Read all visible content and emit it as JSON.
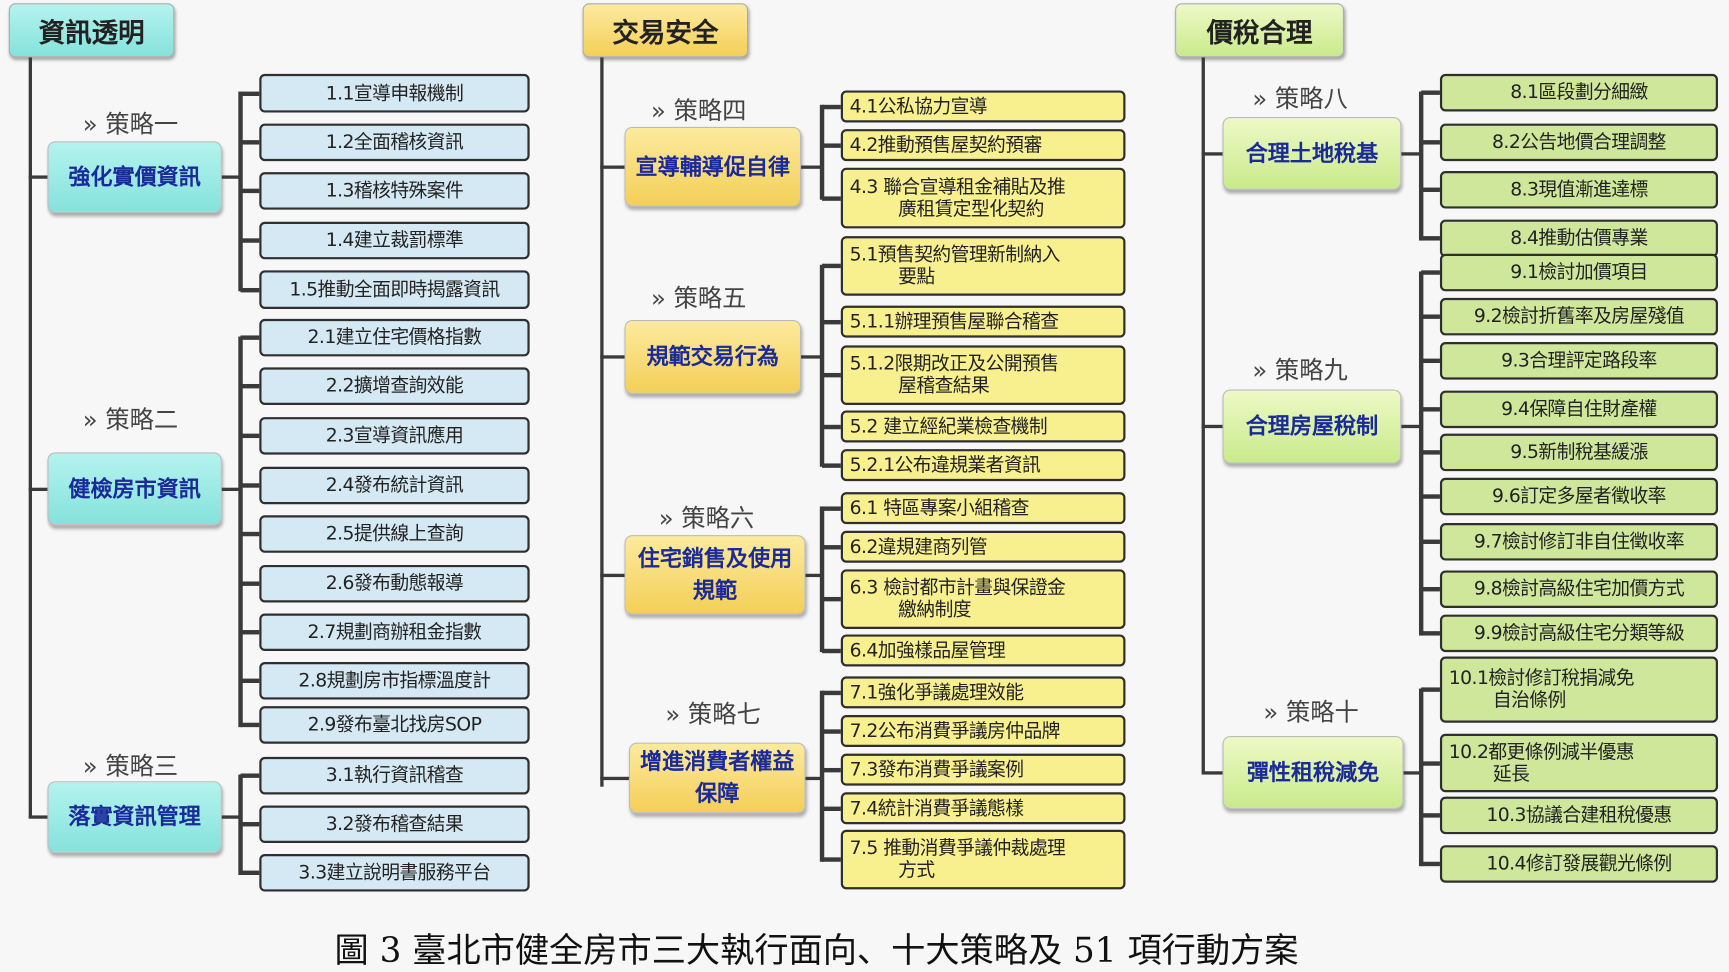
{
  "columns": [
    {
      "title": "資訊透明",
      "strategies": [
        {
          "label": "» 策略一",
          "name": "強化實價資訊",
          "items": [
            {
              "text": "1.1宣導申報機制"
            },
            {
              "text": "1.2全面稽核資訊"
            },
            {
              "text": "1.3稽核特殊案件"
            },
            {
              "text": "1.4建立裁罰標準"
            },
            {
              "text": "1.5推動全面即時揭露資訊"
            }
          ]
        },
        {
          "label": "» 策略二",
          "name": "健檢房市資訊",
          "items": [
            {
              "text": "2.1建立住宅價格指數"
            },
            {
              "text": "2.2擴增查詢效能"
            },
            {
              "text": "2.3宣導資訊應用"
            },
            {
              "text": "2.4發布統計資訊"
            },
            {
              "text": "2.5提供線上查詢"
            },
            {
              "text": "2.6發布動態報導"
            },
            {
              "text": "2.7規劃商辦租金指數"
            },
            {
              "text": "2.8規劃房市指標溫度計"
            },
            {
              "text": "2.9發布臺北找房SOP"
            }
          ]
        },
        {
          "label": "» 策略三",
          "name": "落實資訊管理",
          "items": [
            {
              "text": "3.1執行資訊稽查"
            },
            {
              "text": "3.2發布稽查結果"
            },
            {
              "text": "3.3建立說明書服務平台"
            }
          ]
        }
      ]
    },
    {
      "title": "交易安全",
      "strategies": [
        {
          "label": "» 策略四",
          "name": "宣導輔導促自律",
          "items": [
            {
              "text": "4.1公私協力宣導"
            },
            {
              "text": "4.2推動預售屋契約預審"
            },
            {
              "lines": [
                "4.3 聯合宣導租金補貼及推",
                "廣租賃定型化契約"
              ]
            }
          ]
        },
        {
          "label": "» 策略五",
          "name": "規範交易行為",
          "items": [
            {
              "lines": [
                "5.1預售契約管理新制納入",
                "要點"
              ]
            },
            {
              "text": "5.1.1辦理預售屋聯合稽查"
            },
            {
              "lines": [
                "5.1.2限期改正及公開預售",
                "屋稽查結果"
              ]
            },
            {
              "text": "5.2 建立經紀業檢查機制"
            },
            {
              "text": "5.2.1公布違規業者資訊"
            }
          ]
        },
        {
          "label": "» 策略六",
          "name": "住宅銷售及使用規範",
          "items": [
            {
              "text": "6.1 特區專案小組稽查"
            },
            {
              "text": "6.2違規建商列管"
            },
            {
              "lines": [
                "6.3 檢討都市計畫與保證金",
                "繳納制度"
              ]
            },
            {
              "text": "6.4加強樣品屋管理"
            }
          ]
        },
        {
          "label": "» 策略七",
          "name": "增進消費者權益保障",
          "items": [
            {
              "text": "7.1強化爭議處理效能"
            },
            {
              "text": "7.2公布消費爭議房仲品牌"
            },
            {
              "text": "7.3發布消費爭議案例"
            },
            {
              "text": "7.4統計消費爭議態樣"
            },
            {
              "lines": [
                "7.5 推動消費爭議仲裁處理",
                "方式"
              ]
            }
          ]
        }
      ]
    },
    {
      "title": "價稅合理",
      "strategies": [
        {
          "label": "» 策略八",
          "name": "合理土地稅基",
          "items": [
            {
              "text": "8.1區段劃分細緻"
            },
            {
              "text": "8.2公告地價合理調整"
            },
            {
              "text": "8.3現值漸進達標"
            },
            {
              "text": "8.4推動估價專業"
            }
          ]
        },
        {
          "label": "» 策略九",
          "name": "合理房屋稅制",
          "items": [
            {
              "text": "9.1檢討加價項目"
            },
            {
              "text": "9.2檢討折舊率及房屋殘值"
            },
            {
              "text": "9.3合理評定路段率"
            },
            {
              "text": "9.4保障自住財產權"
            },
            {
              "text": "9.5新制稅基緩漲"
            },
            {
              "text": "9.6訂定多屋者徵收率"
            },
            {
              "text": "9.7檢討修訂非自住徵收率"
            },
            {
              "text": "9.8檢討高級住宅加價方式"
            },
            {
              "text": "9.9檢討高級住宅分類等級"
            }
          ]
        },
        {
          "label": "» 策略十",
          "name": "彈性租稅減免",
          "items": [
            {
              "lines": [
                "10.1檢討修訂稅捐減免",
                "自治條例"
              ]
            },
            {
              "lines": [
                "10.2都更條例減半優惠",
                "延長"
              ]
            },
            {
              "text": "10.3協議合建租稅優惠"
            },
            {
              "text": "10.4修訂發展觀光條例"
            }
          ]
        }
      ]
    }
  ],
  "caption": "圖 3 臺北市健全房市三大執行面向、十大策略及 51 項行動方案"
}
